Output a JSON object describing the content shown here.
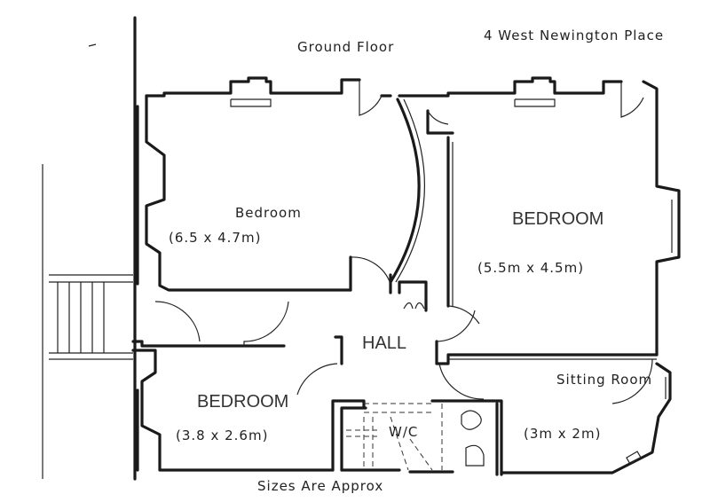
{
  "header": {
    "floor_label": "Ground Floor",
    "address": "4 West Newington Place"
  },
  "rooms": [
    {
      "name": "Bedroom",
      "size": "(6.5 x 4.7m)"
    },
    {
      "name": "BEDROOM",
      "size": "(5.5m x 4.5m)"
    },
    {
      "name": "HALL"
    },
    {
      "name": "BEDROOM",
      "size": "(3.8 x 2.6m)"
    },
    {
      "name": "Sitting Room",
      "size": "(3m x 2m)"
    },
    {
      "name": "W/C"
    }
  ],
  "footer": {
    "note": "Sizes Are Approx"
  }
}
